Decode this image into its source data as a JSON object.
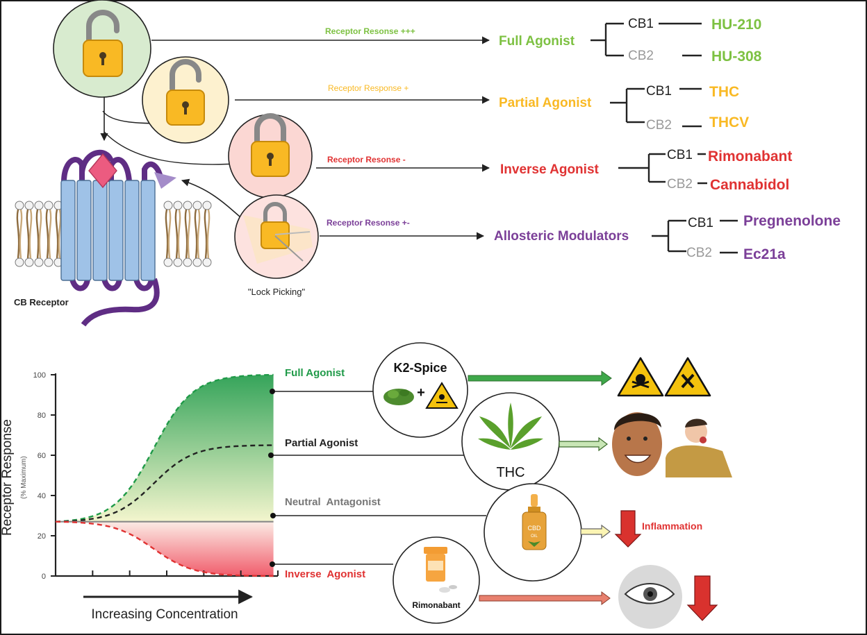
{
  "colors": {
    "green": "#7dc142",
    "orange": "#f9b924",
    "red": "#e03232",
    "purple": "#7b3f98",
    "gray": "#999999",
    "dark_green": "#1f9a48",
    "receptor_blue": "#9fc2e7",
    "receptor_purple": "#5f2d84"
  },
  "top": {
    "responses": [
      "Receptor Resonse +++",
      "Receptor Response +",
      "Receptor Resonse -",
      "Receptor Resonse +-"
    ],
    "classes": [
      "Full Agonist",
      "Partial Agonist",
      "Inverse Agonist",
      "Allosteric Modulators"
    ],
    "cb1": "CB1",
    "cb2": "CB2",
    "full_cb1_compound": "HU-210",
    "full_cb2_compound": "HU-308",
    "partial_cb1_compound": "THC",
    "partial_cb2_compound": "THCV",
    "inverse_cb1_compound": "Rimonabant",
    "inverse_cb2_compound": "Cannabidol",
    "allosteric_cb1_compound": "Pregnenolone",
    "allosteric_cb2_compound": "Ec21a",
    "receptor_label": "CB Receptor",
    "lock_picking_label": "\"Lock Picking\"",
    "icons": [
      "open-lock-icon",
      "partly-open-lock-icon",
      "closed-lock-icon",
      "picked-lock-icon",
      "cell-membrane-icon"
    ]
  },
  "chart_data": {
    "type": "line",
    "ylabel": "Receptor Response",
    "ylabel_sub": "(% Maximum)",
    "xlabel": "Increasing Concentration",
    "y_ticks": [
      "0",
      "20",
      "40",
      "60",
      "80",
      "100"
    ],
    "series": [
      {
        "name": "Full Agonist",
        "start": 27,
        "end": 100,
        "color": "#1f9a48"
      },
      {
        "name": "Partial Agonist",
        "start": 27,
        "end": 65,
        "color": "#222222"
      },
      {
        "name": "Neutral  Antagonist",
        "start": 27,
        "end": 27,
        "color": "#999999"
      },
      {
        "name": "Inverse  Agonist",
        "start": 27,
        "end": 0,
        "color": "#e03232"
      }
    ]
  },
  "effects": {
    "k2_label": "K2-Spice",
    "plus": "+",
    "thc_label": "THC",
    "cbd_bottle_label": "CBD",
    "cbd_oil_label": "OIL",
    "inflammation_label": "Inflammation",
    "rimonabant_label": "Rimonabant",
    "icons": [
      "herb-pile-icon",
      "toxic-hazard-icon",
      "skull-hazard-icon",
      "harmful-hazard-icon",
      "cannabis-leaf-icon",
      "smiling-face-icon",
      "vomiting-man-icon",
      "cbd-oil-bottle-icon",
      "down-arrow-icon",
      "pill-bottle-icon",
      "eye-icon"
    ]
  }
}
